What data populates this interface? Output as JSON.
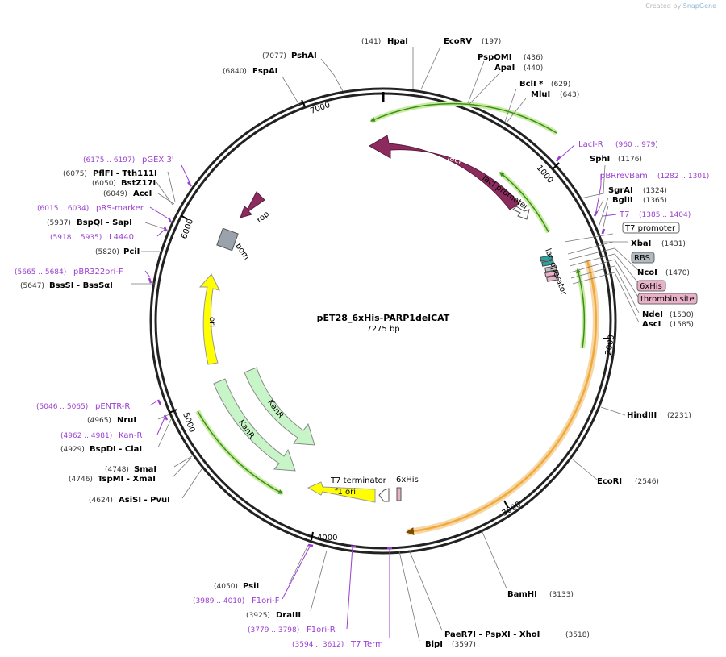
{
  "credit": {
    "created_by": "Created by",
    "brand": "SnapGene"
  },
  "plasmid": {
    "name": "pET28_6xHis-PARP1delCAT",
    "size": "7275 bp"
  },
  "ticks": [
    "1000",
    "2000",
    "3000",
    "4000",
    "5000",
    "6000",
    "7000"
  ],
  "features": {
    "lacI": "lacI",
    "lacI_promoter": "lacI promoter",
    "lac_operator": "lac operator",
    "rop": "rop",
    "bom": "bom",
    "ori": "ori",
    "kanR_1": "KanR",
    "kanR_2": "KanR",
    "f1_ori": "f1 ori",
    "t7_terminator": "T7 terminator",
    "his_6x": "6xHis"
  },
  "enzymes": [
    {
      "name": "HpaI",
      "pos": "(141)"
    },
    {
      "name": "EcoRV",
      "pos": "(197)"
    },
    {
      "name": "PspOMI",
      "pos": "(436)"
    },
    {
      "name": "ApaI",
      "pos": "(440)"
    },
    {
      "name": "BclI *",
      "pos": "(629)"
    },
    {
      "name": "MluI",
      "pos": "(643)"
    },
    {
      "name": "SphI",
      "pos": "(1176)"
    },
    {
      "name": "SgrAI",
      "pos": "(1324)"
    },
    {
      "name": "BglII",
      "pos": "(1365)"
    },
    {
      "name": "XbaI",
      "pos": "(1431)"
    },
    {
      "name": "NcoI",
      "pos": "(1470)"
    },
    {
      "name": "NdeI",
      "pos": "(1530)"
    },
    {
      "name": "AscI",
      "pos": "(1585)"
    },
    {
      "name": "HindIII",
      "pos": "(2231)"
    },
    {
      "name": "EcoRI",
      "pos": "(2546)"
    },
    {
      "name": "BamHI",
      "pos": "(3133)"
    },
    {
      "name": "PaeR7I - PspXI - XhoI",
      "pos": "(3518)"
    },
    {
      "name": "BlpI",
      "pos": "(3597)"
    },
    {
      "name": "DraIII",
      "pos": "(3925)"
    },
    {
      "name": "PsiI",
      "pos": "(4050)"
    },
    {
      "name": "AsiSI - PvuI",
      "pos": "(4624)"
    },
    {
      "name": "TspMI - XmaI",
      "pos": "(4746)"
    },
    {
      "name": "SmaI",
      "pos": "(4748)"
    },
    {
      "name": "BspDI - ClaI",
      "pos": "(4929)"
    },
    {
      "name": "NruI",
      "pos": "(4965)"
    },
    {
      "name": "BssSI - BssSαI",
      "pos": "(5647)"
    },
    {
      "name": "PciI",
      "pos": "(5820)"
    },
    {
      "name": "BspQI - SapI",
      "pos": "(5937)"
    },
    {
      "name": "AccI",
      "pos": "(6049)"
    },
    {
      "name": "BstZ17I",
      "pos": "(6050)"
    },
    {
      "name": "PflFI - Tth111I",
      "pos": "(6075)"
    },
    {
      "name": "FspAI",
      "pos": "(6840)"
    },
    {
      "name": "PshAI",
      "pos": "(7077)"
    }
  ],
  "primers": [
    {
      "name": "LacI-R",
      "pos": "(960 .. 979)"
    },
    {
      "name": "pBRrevBam",
      "pos": "(1282 .. 1301)"
    },
    {
      "name": "T7",
      "pos": "(1385 .. 1404)"
    },
    {
      "name": "T7 Term",
      "pos": "(3594 .. 3612)"
    },
    {
      "name": "F1ori-R",
      "pos": "(3779 .. 3798)"
    },
    {
      "name": "F1ori-F",
      "pos": "(3989 .. 4010)"
    },
    {
      "name": "Kan-R",
      "pos": "(4962 .. 4981)"
    },
    {
      "name": "pENTR-R",
      "pos": "(5046 .. 5065)"
    },
    {
      "name": "pBR322ori-F",
      "pos": "(5665 .. 5684)"
    },
    {
      "name": "L4440",
      "pos": "(5918 .. 5935)"
    },
    {
      "name": "pRS-marker",
      "pos": "(6015 .. 6034)"
    },
    {
      "name": "pGEX 3'",
      "pos": "(6175 .. 6197)"
    }
  ],
  "boxes": [
    {
      "label": "T7 promoter"
    },
    {
      "label": "RBS"
    },
    {
      "label": "6xHis"
    },
    {
      "label": "thrombin site"
    }
  ],
  "colors": {
    "lacI": "#8b2b5e",
    "ori": "#ffff00",
    "kanR": "#c8f5c8",
    "orf": "#f2a93b",
    "orf_glow": "#f5d8a6",
    "green_line": "#3a8f1a",
    "green_glow": "#c8ec9f",
    "primer": "#9b3fcf",
    "box_grey": "#b0b8c0",
    "box_pink": "#e9b2c8"
  }
}
